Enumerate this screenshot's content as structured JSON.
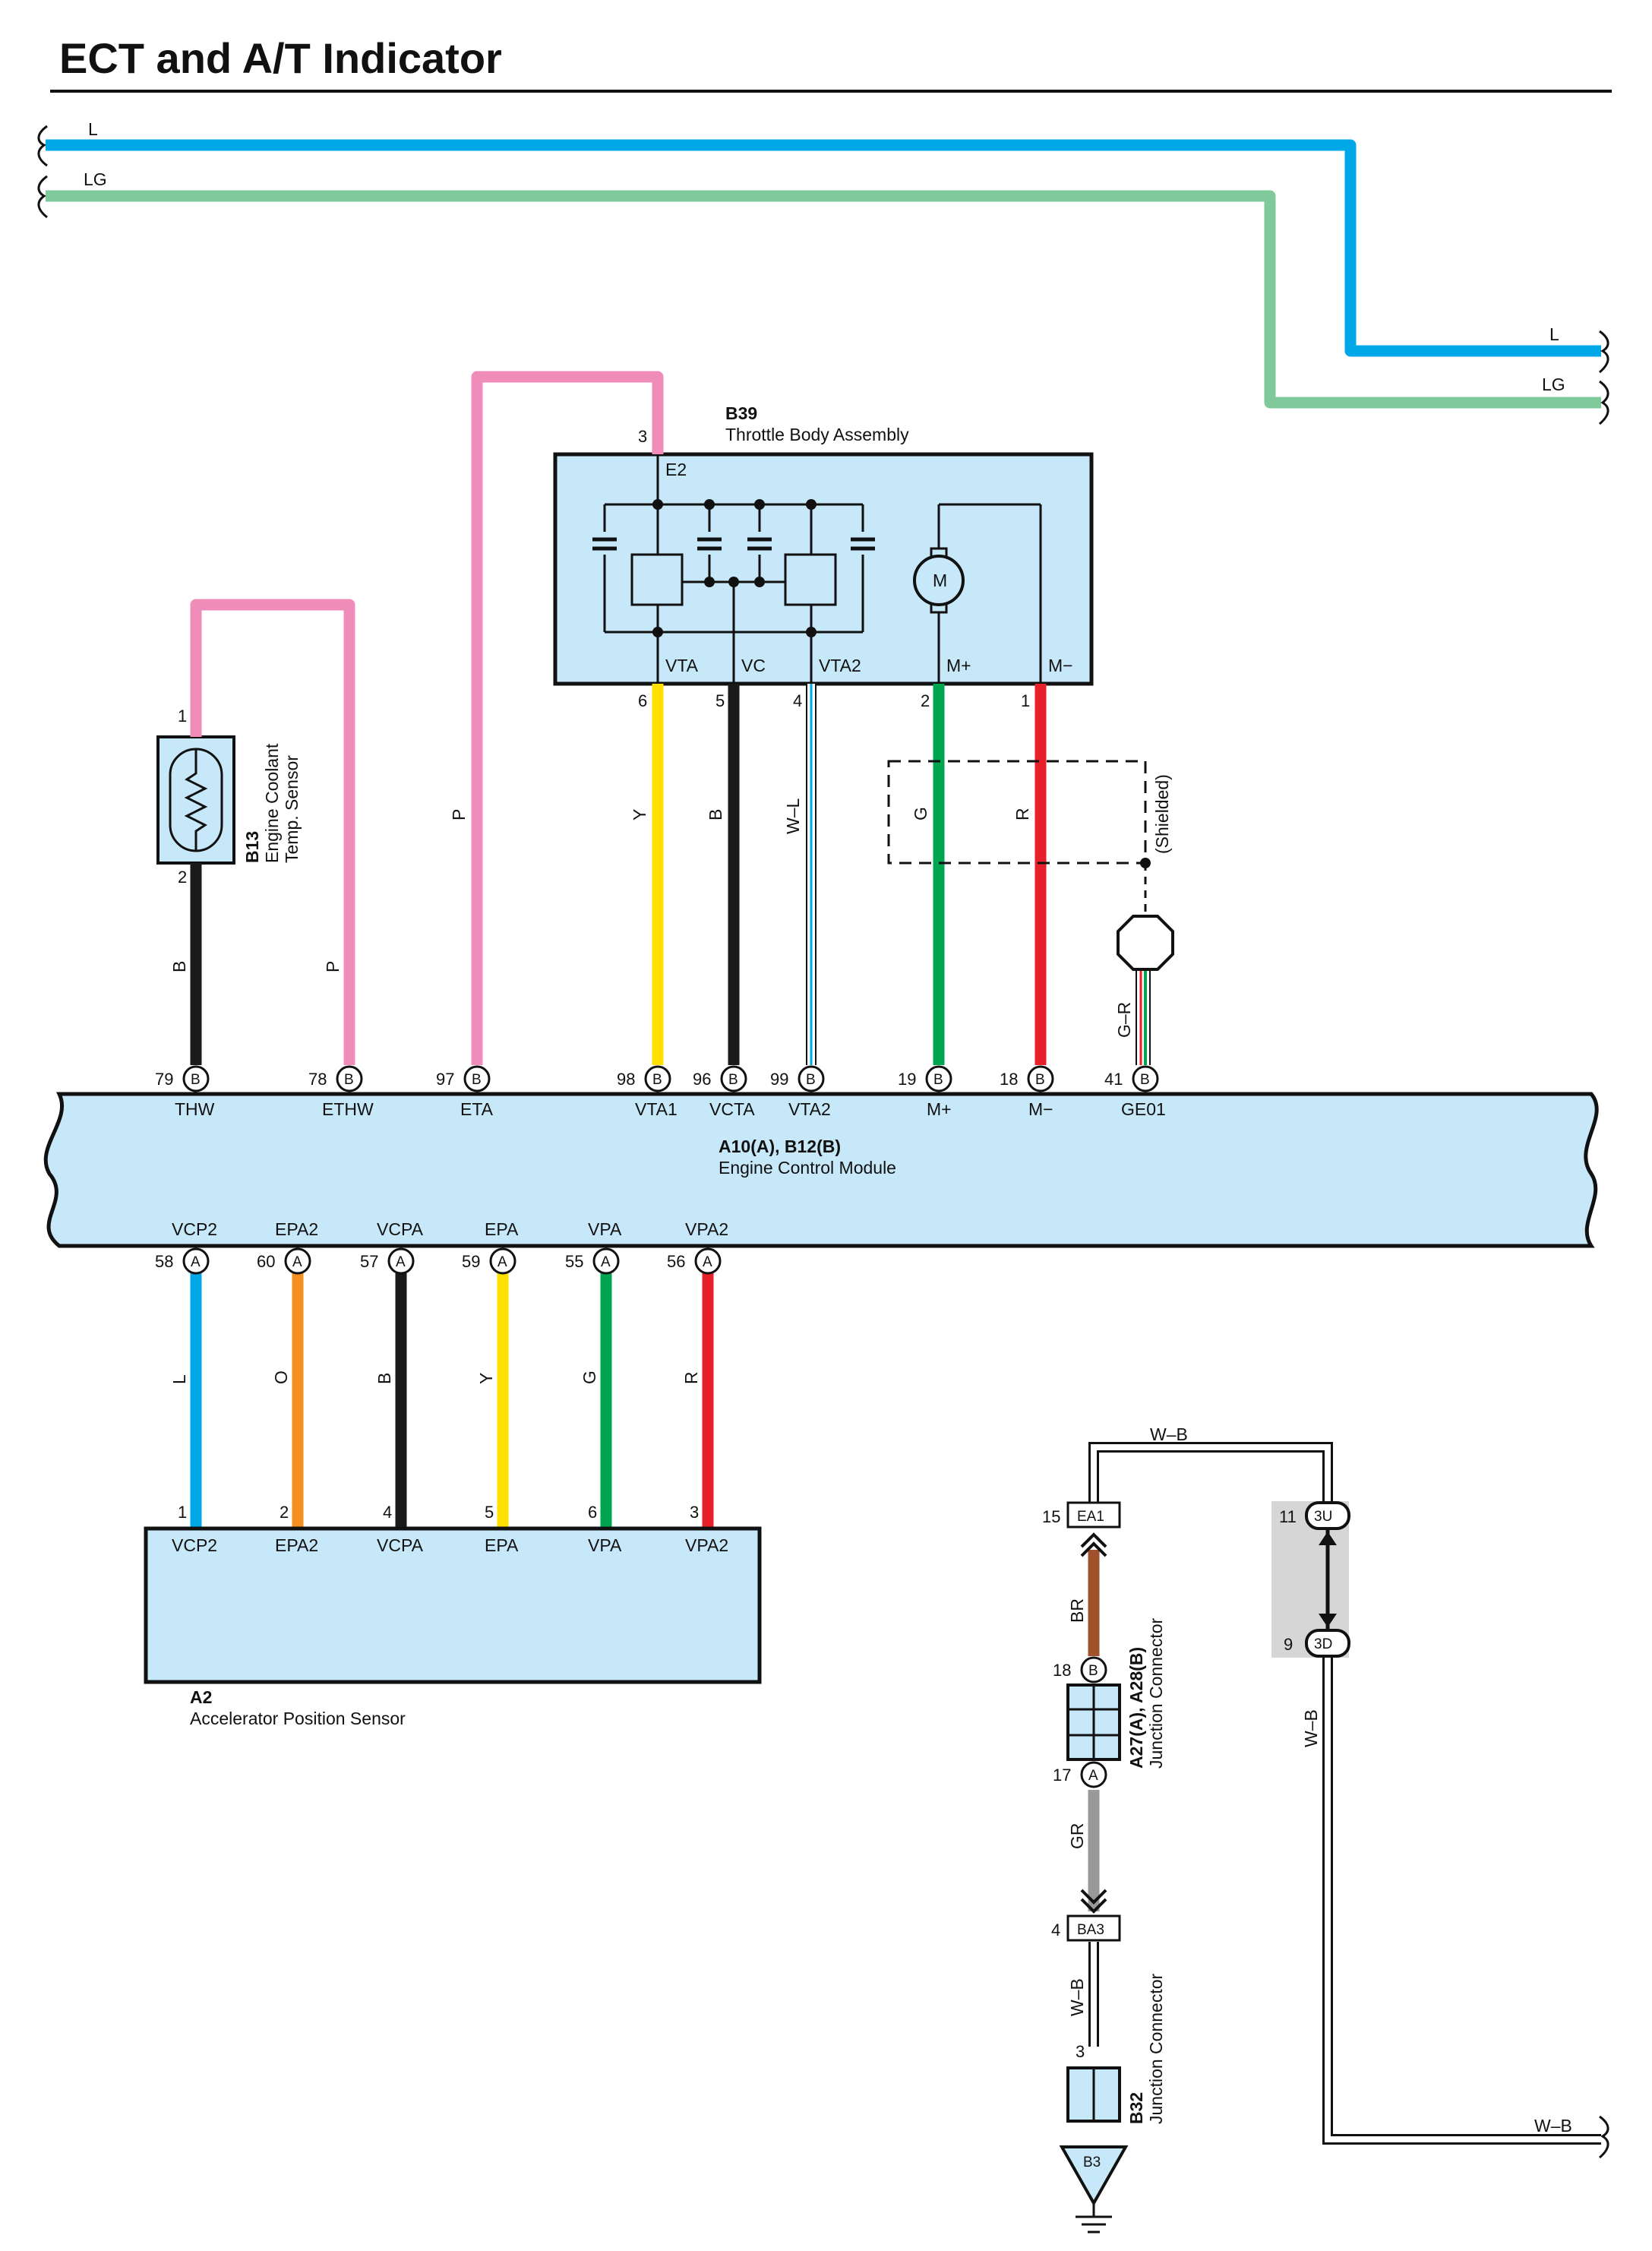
{
  "title": "ECT and A/T Indicator",
  "colors": {
    "L": "#00a8e8",
    "LG": "#80c99a",
    "P": "#f08cba",
    "B": "#1a1a1a",
    "Y": "#ffe000",
    "G": "#00a550",
    "R": "#e8202a",
    "O": "#f39020",
    "BR": "#a0522d",
    "GR": "#999999",
    "W": "#ffffff",
    "box": "#c6e8f8",
    "shade": "#d6d6d6"
  },
  "top_wires": [
    {
      "left_label": "L",
      "right_label": "L"
    },
    {
      "left_label": "LG",
      "right_label": "LG"
    }
  ],
  "ecm": {
    "code": "A10(A), B12(B)",
    "name": "Engine Control Module"
  },
  "throttle": {
    "code": "B39",
    "name": "Throttle Body Assembly",
    "e2_pin": "3",
    "e2_label": "E2",
    "motor_label": "M",
    "terminals": [
      {
        "pin": "6",
        "label": "VTA"
      },
      {
        "pin": "5",
        "label": "VC"
      },
      {
        "pin": "4",
        "label": "VTA2"
      },
      {
        "pin": "2",
        "label": "M+"
      },
      {
        "pin": "1",
        "label": "M−"
      }
    ]
  },
  "ect_sensor": {
    "code": "B13",
    "name_line1": "Engine Coolant",
    "name_line2": "Temp. Sensor",
    "pin_top": "1",
    "pin_bottom": "2"
  },
  "ecm_top_terminals": [
    {
      "pin": "79",
      "conn": "B",
      "label": "THW",
      "wire": "B"
    },
    {
      "pin": "78",
      "conn": "B",
      "label": "ETHW",
      "wire": "P"
    },
    {
      "pin": "97",
      "conn": "B",
      "label": "ETA",
      "wire": "P"
    },
    {
      "pin": "98",
      "conn": "B",
      "label": "VTA1",
      "wire": "Y"
    },
    {
      "pin": "96",
      "conn": "B",
      "label": "VCTA",
      "wire": "B"
    },
    {
      "pin": "99",
      "conn": "B",
      "label": "VTA2",
      "wire": "W–L"
    },
    {
      "pin": "19",
      "conn": "B",
      "label": "M+",
      "wire": "G"
    },
    {
      "pin": "18",
      "conn": "B",
      "label": "M−",
      "wire": "R"
    },
    {
      "pin": "41",
      "conn": "B",
      "label": "GE01",
      "wire": "G–R"
    }
  ],
  "shielded_label": "(Shielded)",
  "ecm_bottom_terminals": [
    {
      "pin": "58",
      "conn": "A",
      "label": "VCP2",
      "wire": "L",
      "sensor_pin": "1"
    },
    {
      "pin": "60",
      "conn": "A",
      "label": "EPA2",
      "wire": "O",
      "sensor_pin": "2"
    },
    {
      "pin": "57",
      "conn": "A",
      "label": "VCPA",
      "wire": "B",
      "sensor_pin": "4"
    },
    {
      "pin": "59",
      "conn": "A",
      "label": "EPA",
      "wire": "Y",
      "sensor_pin": "5"
    },
    {
      "pin": "55",
      "conn": "A",
      "label": "VPA",
      "wire": "G",
      "sensor_pin": "6"
    },
    {
      "pin": "56",
      "conn": "A",
      "label": "VPA2",
      "wire": "R",
      "sensor_pin": "3"
    }
  ],
  "accel_sensor": {
    "code": "A2",
    "name": "Accelerator Position Sensor"
  },
  "ground_circuit": {
    "wb_top_label": "W–B",
    "ea1": {
      "pin": "15",
      "code": "EA1"
    },
    "br_label": "BR",
    "jc1_pin_b": "18",
    "jc1_conn_b": "B",
    "jc1_pin_a": "17",
    "jc1_conn_a": "A",
    "jc1_code": "A27(A), A28(B)",
    "jc1_name": "Junction Connector",
    "gr_label": "GR",
    "ba3": {
      "pin": "4",
      "code": "BA3"
    },
    "wb_mid_label": "W–B",
    "jc2_pin": "3",
    "jc2_code": "B32",
    "jc2_name": "Junction Connector",
    "ground_code": "B3",
    "j3u": {
      "pin": "11",
      "code": "3U"
    },
    "j3d": {
      "pin": "9",
      "code": "3D"
    },
    "wb_right_label": "W–B",
    "wb_end_label": "W–B"
  }
}
